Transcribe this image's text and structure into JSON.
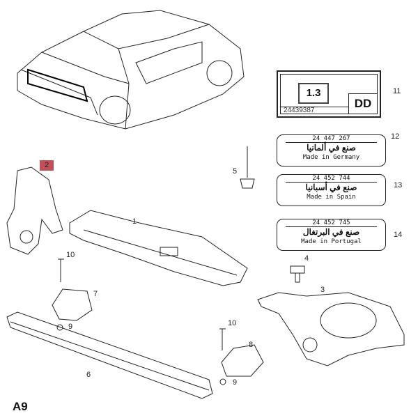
{
  "page_code": "A9",
  "callouts": {
    "c1": "1",
    "c2": "2",
    "c3": "3",
    "c4": "4",
    "c5": "5",
    "c6": "6",
    "c7": "7",
    "c8": "8",
    "c9a": "9",
    "c9b": "9",
    "c10a": "10",
    "c10b": "10",
    "c11": "11",
    "c12": "12",
    "c13": "13",
    "c14": "14"
  },
  "engine_plate": {
    "size": "1.3",
    "code": "DD",
    "part_number": "24439387"
  },
  "labels": [
    {
      "part_number": "24 447 267",
      "arabic": "صنع في ألمانيا",
      "english": "Made in Germany"
    },
    {
      "part_number": "24 452 744",
      "arabic": "صنع في أسبانيا",
      "english": "Made in Spain"
    },
    {
      "part_number": "24 452 745",
      "arabic": "صنع في البرتغال",
      "english": "Made in Portugal"
    }
  ],
  "highlight_color": "#c0505a"
}
